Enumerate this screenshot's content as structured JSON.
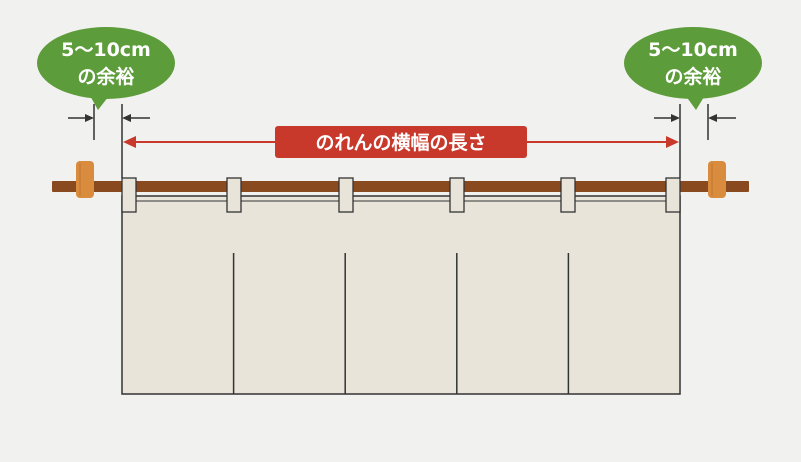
{
  "margin_left": {
    "line1": "5〜10cm",
    "line2": "の余裕"
  },
  "margin_right": {
    "line1": "5〜10cm",
    "line2": "の余裕"
  },
  "width_label": "のれんの横幅の長さ",
  "colors": {
    "background": "#f1f1ef",
    "bubble": "#5d9c3a",
    "label": "#c8392b",
    "rod": "#8a4a1f",
    "end_cap": "#d98b3e",
    "curtain": "#e8e4da",
    "line": "#333333"
  },
  "curtain": {
    "panels": 5,
    "loops": 6
  }
}
